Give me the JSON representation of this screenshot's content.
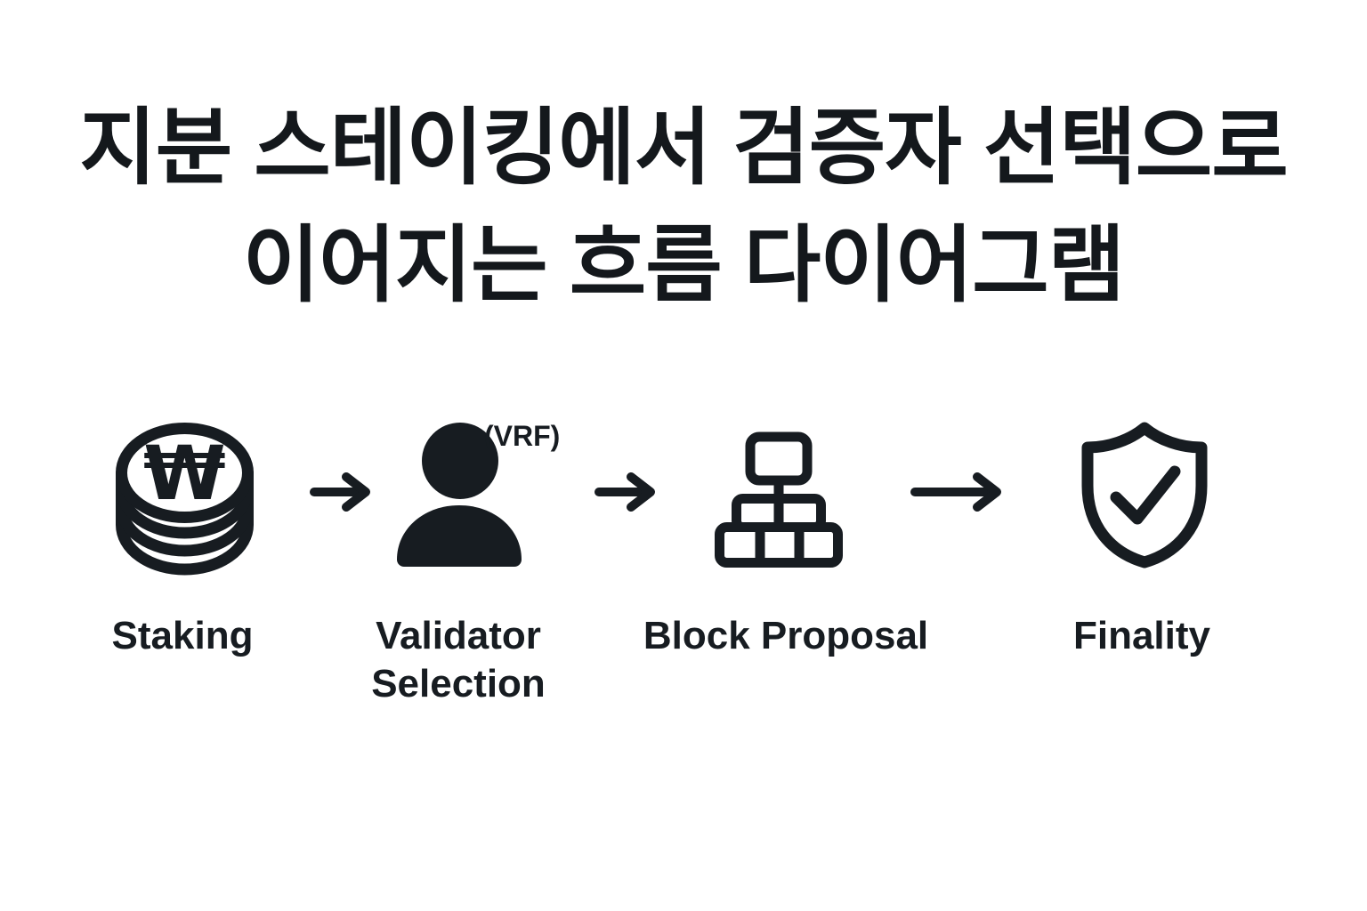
{
  "title": {
    "line1": "지분 스테이킹에서 검증자 선택으로",
    "line2": "이어지는 흐름 다이어그램"
  },
  "flow": {
    "stages": [
      {
        "label": "Staking",
        "icon": "won-coin-stack-icon",
        "symbol": "₩"
      },
      {
        "label": "Validator Selection",
        "icon": "person-icon",
        "annotation": "(VRF)"
      },
      {
        "label": "Block Proposal",
        "icon": "block-stack-icon"
      },
      {
        "label": "Finality",
        "icon": "shield-check-icon"
      }
    ],
    "connector": "arrow-right"
  },
  "colors": {
    "ink": "#171c21",
    "title_ink": "#14181c",
    "background": "#ffffff"
  }
}
